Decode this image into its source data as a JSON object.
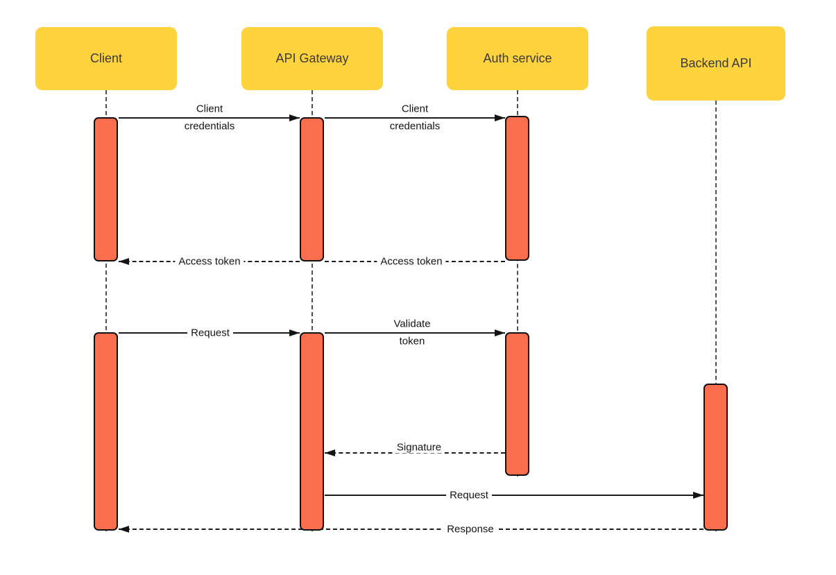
{
  "diagram_type": "sequence-diagram",
  "actors": [
    {
      "id": "client",
      "label": "Client"
    },
    {
      "id": "api-gateway",
      "label": "API Gateway"
    },
    {
      "id": "auth-service",
      "label": "Auth service"
    },
    {
      "id": "backend-api",
      "label": "Backend API"
    }
  ],
  "messages": [
    {
      "label": "Client credentials",
      "from": "Client",
      "to": "API Gateway",
      "style": "solid"
    },
    {
      "label": "Client credentials",
      "from": "API Gateway",
      "to": "Auth service",
      "style": "solid"
    },
    {
      "label": "Access token",
      "from": "Auth service",
      "to": "API Gateway",
      "style": "dashed"
    },
    {
      "label": "Access token",
      "from": "API Gateway",
      "to": "Client",
      "style": "dashed"
    },
    {
      "label": "Request",
      "from": "Client",
      "to": "API Gateway",
      "style": "solid"
    },
    {
      "label": "Validate token",
      "from": "API Gateway",
      "to": "Auth service",
      "style": "solid"
    },
    {
      "label": "Signature",
      "from": "Auth service",
      "to": "API Gateway",
      "style": "dashed"
    },
    {
      "label": "Request",
      "from": "API Gateway",
      "to": "Backend API",
      "style": "solid"
    },
    {
      "label": "Response",
      "from": "Backend API",
      "to": "Client",
      "style": "dashed"
    }
  ],
  "colors": {
    "actor_fill": "#FFD33E",
    "activation_fill": "#FA6E4D",
    "activation_border": "#101010",
    "line": "#1b1b1b",
    "lifeline": "#4f4f4f",
    "text": "#141414",
    "background": "#ffffff"
  }
}
